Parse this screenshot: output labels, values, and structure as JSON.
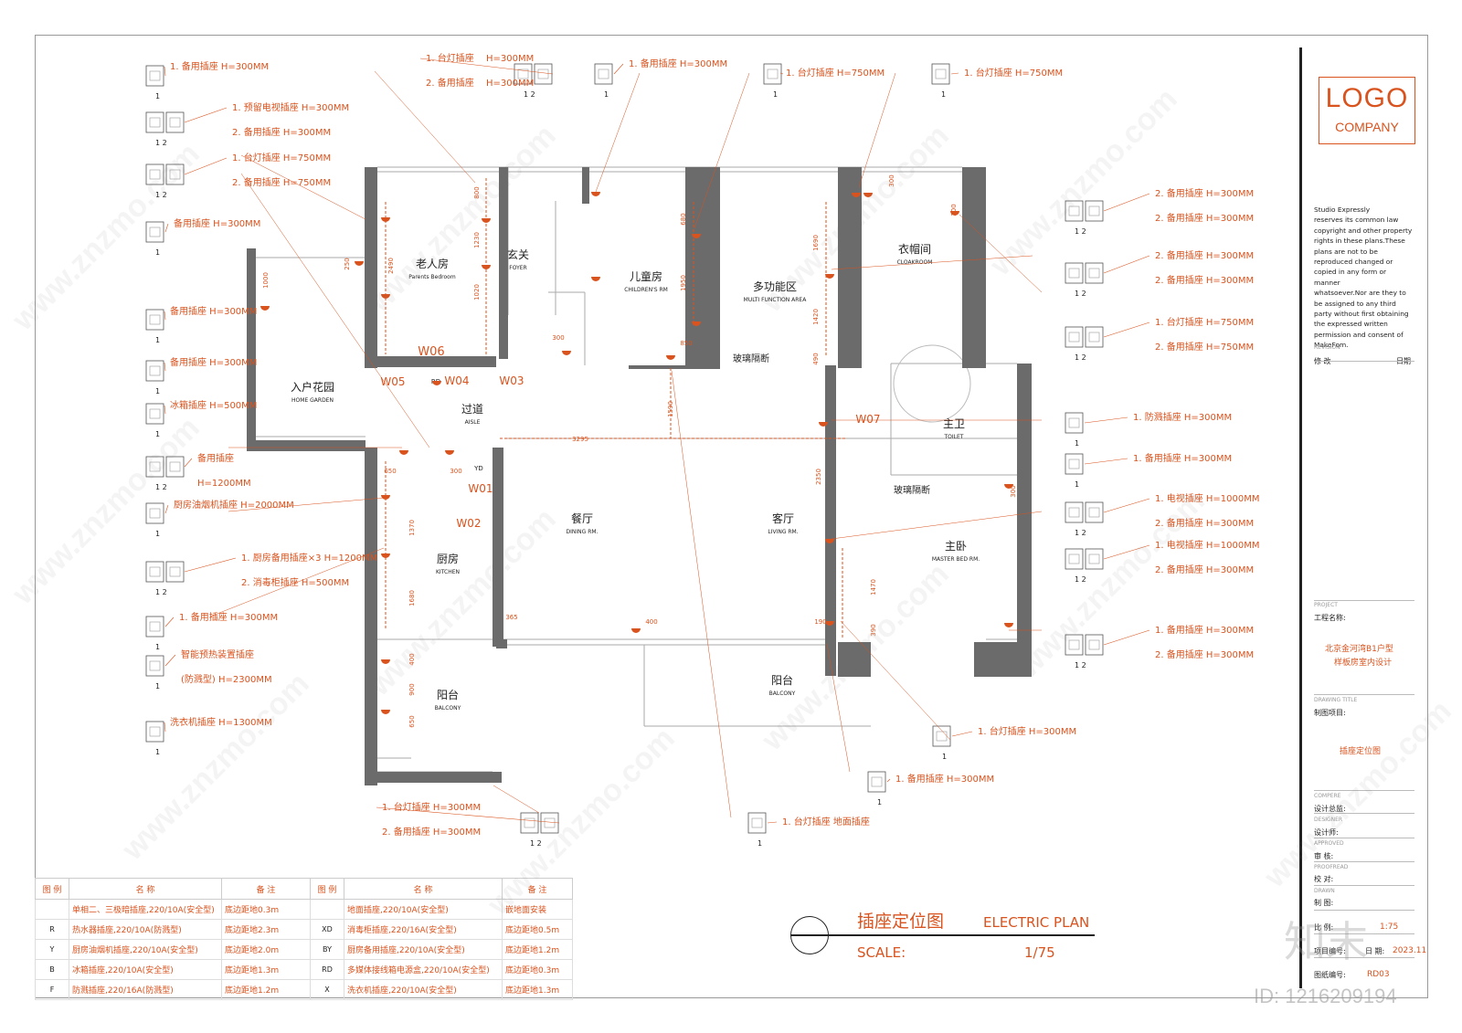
{
  "title_cn": "插座定位图",
  "title_en": "ELECTRIC PLAN",
  "scale_label": "SCALE:",
  "scale_value": "1/75",
  "logo": {
    "main": "LOGO",
    "sub": "COMPANY"
  },
  "copyright_note": [
    "Studio Expressly",
    "reserves its common law",
    "copyright and other property",
    "rights in these plans.These",
    "plans are not to be",
    "reproduced changed or",
    "copied in any form or manner",
    "whatsoever.Nor are they  to",
    "be assigned to any third",
    "party without first obtaining",
    "the expressed written",
    "permission and consent of",
    "MakeFom."
  ],
  "title_block": {
    "revision_en": "REVISION",
    "revision_cn": "修 改",
    "date_label": "日期",
    "project_en": "PROJECT",
    "project_cn": "工程名称:",
    "project_name": [
      "北京金河湾B1户型",
      "样板房室内设计"
    ],
    "drawing_en": "DRAWING TITLE",
    "drawing_cn": "制图项目:",
    "drawing_name": "插座定位图",
    "compere_en": "COMPERE",
    "compere_cn": "设计总监:",
    "designer_en": "DESIGNER",
    "designer_cn": "设计师:",
    "approved_en": "APPROVED",
    "approved_cn": "审  核:",
    "proofread_en": "PROOFREAD",
    "proofread_cn": "校  对:",
    "drawn_en": "DRAWN",
    "drawn_cn": "制  图:",
    "scale_cn": "比  例:",
    "scale_val": "1:75",
    "proj_no_cn": "项目编号:",
    "date_cn": "日  期:",
    "date_val": "2023.11",
    "sheet_no_cn": "图纸编号:",
    "sheet_no": "RD03"
  },
  "rooms": [
    {
      "cn": "老人房",
      "en": "Parents Bedroom"
    },
    {
      "cn": "玄关",
      "en": "FOYER"
    },
    {
      "cn": "儿童房",
      "en": "CHILDREN'S RM"
    },
    {
      "cn": "多功能区",
      "en": "MULTI FUNCTION AREA"
    },
    {
      "cn": "衣帽间",
      "en": "CLOAKROOM"
    },
    {
      "cn": "入户花园",
      "en": "HOME GARDEN"
    },
    {
      "cn": "过道",
      "en": "AISLE"
    },
    {
      "cn": "主卫",
      "en": "TOILET"
    },
    {
      "cn": "厨房",
      "en": "KITCHEN"
    },
    {
      "cn": "餐厅",
      "en": "DINING RM."
    },
    {
      "cn": "客厅",
      "en": "LIVING RM."
    },
    {
      "cn": "主卧",
      "en": "MASTER BED RM."
    },
    {
      "cn": "阳台",
      "en": "BALCONY"
    },
    {
      "cn": "阳台",
      "en": "BALCONY"
    }
  ],
  "plan_labels": [
    "玻璃隔断",
    "玻璃隔断",
    "W06",
    "W05",
    "W04",
    "W03",
    "W07",
    "W01",
    "W02",
    "RD",
    "YD"
  ],
  "dimensions": [
    "2490",
    "800",
    "1230",
    "1020",
    "680",
    "1950",
    "1690",
    "1420",
    "490",
    "1000",
    "250",
    "300",
    "850",
    "1590",
    "3295",
    "650",
    "300",
    "1370",
    "1680",
    "400",
    "900",
    "650",
    "365",
    "400",
    "190",
    "2350",
    "1470",
    "390",
    "300",
    "300",
    "300"
  ],
  "socket_callouts": [
    {
      "lines": [
        "1. 备用插座 H=300MM"
      ],
      "nums": "1"
    },
    {
      "lines": [
        "1. 预留电视插座 H=300MM",
        "2. 备用插座    H=300MM"
      ],
      "nums": "1  2"
    },
    {
      "lines": [
        "1. 台灯插座    H=750MM",
        "2. 备用插座    H=750MM"
      ],
      "nums": "1  2"
    },
    {
      "lines": [
        "备用插座 H=300MM"
      ],
      "nums": "1"
    },
    {
      "lines": [
        "备用插座 H=300MM"
      ],
      "nums": "1"
    },
    {
      "lines": [
        "备用插座 H=300MM"
      ],
      "nums": "1"
    },
    {
      "lines": [
        "冰箱插座 H=500MM"
      ],
      "nums": "1"
    },
    {
      "lines": [
        "备用插座",
        "H=1200MM"
      ],
      "nums": "1  2"
    },
    {
      "lines": [
        "厨房油烟机插座 H=2000MM"
      ],
      "nums": "1"
    },
    {
      "lines": [
        "1. 厨房备用插座×3 H=1200MM",
        "2. 消毒柜插座 H=500MM"
      ],
      "nums": "1  2"
    },
    {
      "lines": [
        "1. 备用插座  H=300MM"
      ],
      "nums": "1"
    },
    {
      "lines": [
        "智能预热装置插座",
        "(防溅型)  H=2300MM"
      ],
      "nums": "1"
    },
    {
      "lines": [
        "洗衣机插座 H=1300MM"
      ],
      "nums": "1"
    },
    {
      "lines": [
        "1. 台灯插座",
        "2. 备用插座"
      ],
      "extra": [
        "H=300MM",
        "H=300MM"
      ],
      "nums": "1  2"
    },
    {
      "lines": [
        "1. 备用插座 H=300MM"
      ],
      "nums": "1"
    },
    {
      "lines": [
        "1. 台灯插座  H=750MM"
      ],
      "nums": "1"
    },
    {
      "lines": [
        "1. 台灯插座  H=750MM"
      ],
      "nums": "1"
    },
    {
      "lines": [
        "2. 备用插座  H=300MM",
        "2. 备用插座  H=300MM"
      ],
      "nums": "1  2"
    },
    {
      "lines": [
        "2. 备用插座  H=300MM",
        "2. 备用插座  H=300MM"
      ],
      "nums": "1  2"
    },
    {
      "lines": [
        "1. 台灯插座  H=750MM",
        "2. 备用插座  H=750MM"
      ],
      "nums": "1  2"
    },
    {
      "lines": [
        "1. 防溅插座       H=300MM"
      ],
      "nums": "1"
    },
    {
      "lines": [
        "1. 备用插座       H=300MM"
      ],
      "nums": "1"
    },
    {
      "lines": [
        "1. 电视插座 H=1000MM",
        "2. 备用插座    H=300MM"
      ],
      "nums": "1  2"
    },
    {
      "lines": [
        "1. 电视插座 H=1000MM",
        "2. 备用插座    H=300MM"
      ],
      "nums": "1  2"
    },
    {
      "lines": [
        "1. 备用插座    H=300MM",
        "2. 备用插座    H=300MM"
      ],
      "nums": "1  2"
    },
    {
      "lines": [
        "1. 台灯插座    H=300MM"
      ],
      "nums": "1"
    },
    {
      "lines": [
        "1. 备用插座        H=300MM"
      ],
      "nums": "1"
    },
    {
      "lines": [
        "1. 台灯插座  H=300MM",
        "2. 备用插座  H=300MM"
      ],
      "nums": "1  2"
    },
    {
      "lines": [
        "1. 台灯插座    地面插座"
      ],
      "nums": "1"
    }
  ],
  "legend": {
    "headers": [
      "图 例",
      "名   称",
      "备   注",
      "图 例",
      "名   称",
      "备   注"
    ],
    "rows": [
      {
        "sym": "",
        "name": "单相二、三极暗插座,220/10A(安全型)",
        "note": "底边距地0.3m",
        "sym2": "",
        "name2": "地面插座,220/10A(安全型)",
        "note2": "嵌地面安装"
      },
      {
        "sym": "R",
        "name": "热水器插座,220/10A(防溅型)",
        "note": "底边距地2.3m",
        "sym2": "XD",
        "name2": "消毒柜插座,220/16A(安全型)",
        "note2": "底边距地0.5m"
      },
      {
        "sym": "Y",
        "name": "厨房油烟机插座,220/10A(安全型)",
        "note": "底边距地2.0m",
        "sym2": "BY",
        "name2": "厨房备用插座,220/10A(安全型)",
        "note2": "底边距地1.2m"
      },
      {
        "sym": "B",
        "name": "冰箱插座,220/10A(安全型)",
        "note": "底边距地1.3m",
        "sym2": "RD",
        "name2": "多媒体接线箱电源盒,220/10A(安全型)",
        "note2": "底边距地0.3m"
      },
      {
        "sym": "F",
        "name": "防溅插座,220/16A(防溅型)",
        "note": "底边距地1.2m",
        "sym2": "X",
        "name2": "洗衣机插座,220/10A(安全型)",
        "note2": "底边距地1.3m"
      }
    ]
  },
  "watermark": {
    "brand": "知末",
    "id": "ID: 1216209194",
    "url": "www.znzmo.com"
  },
  "colors": {
    "accent": "#d9531e",
    "wall": "#6b6b6b",
    "line": "#333333"
  }
}
